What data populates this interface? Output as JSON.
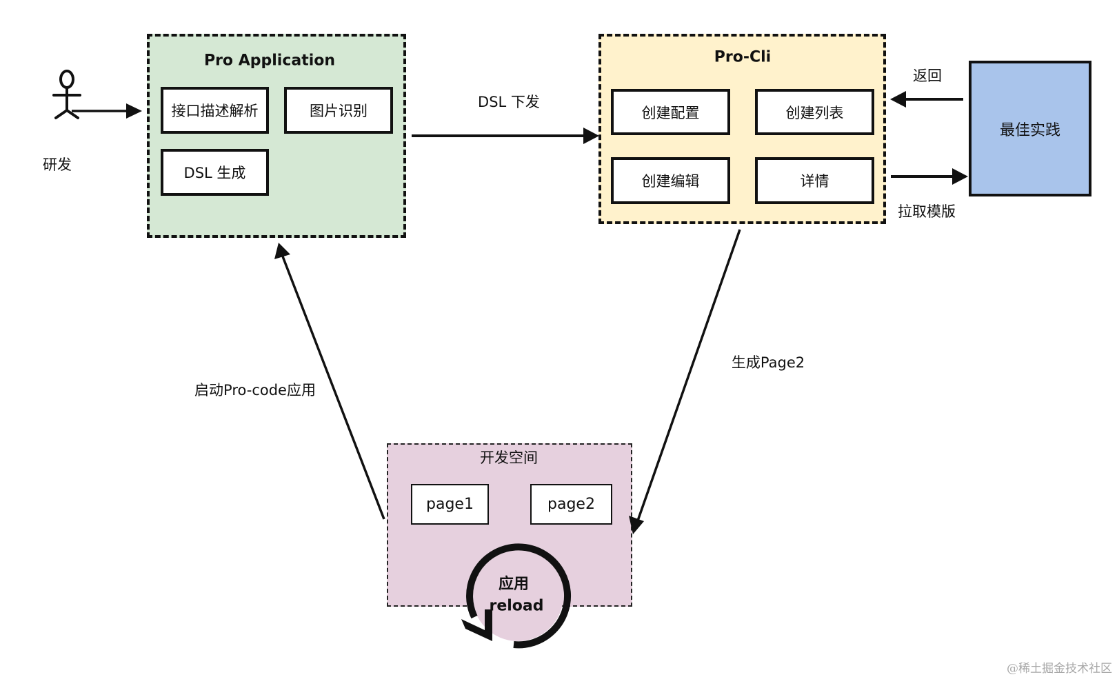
{
  "actor": {
    "label": "研发",
    "icon": "stick-figure-icon"
  },
  "pro_application": {
    "title": "Pro Application",
    "color": "#d5e8d4",
    "items": [
      "接口描述解析",
      "图片识别",
      "DSL 生成"
    ]
  },
  "pro_cli": {
    "title": "Pro-Cli",
    "color": "#fff2cc",
    "items": [
      "创建配置",
      "创建列表",
      "创建编辑",
      "详情"
    ]
  },
  "best_practice": {
    "label": "最佳实践",
    "color": "#a9c4eb"
  },
  "dev_space": {
    "title": "开发空间",
    "color": "#e6d0de",
    "pages": [
      "page1",
      "page2"
    ],
    "reload": {
      "line1": "应用",
      "line2": "reload",
      "icon": "reload-cycle-icon"
    }
  },
  "edges": {
    "dsl_dispatch": "DSL 下发",
    "return": "返回",
    "pull_template": "拉取模版",
    "generate_page2": "生成Page2",
    "start_app": "启动Pro-code应用"
  },
  "watermark": "@稀土掘金技术社区"
}
